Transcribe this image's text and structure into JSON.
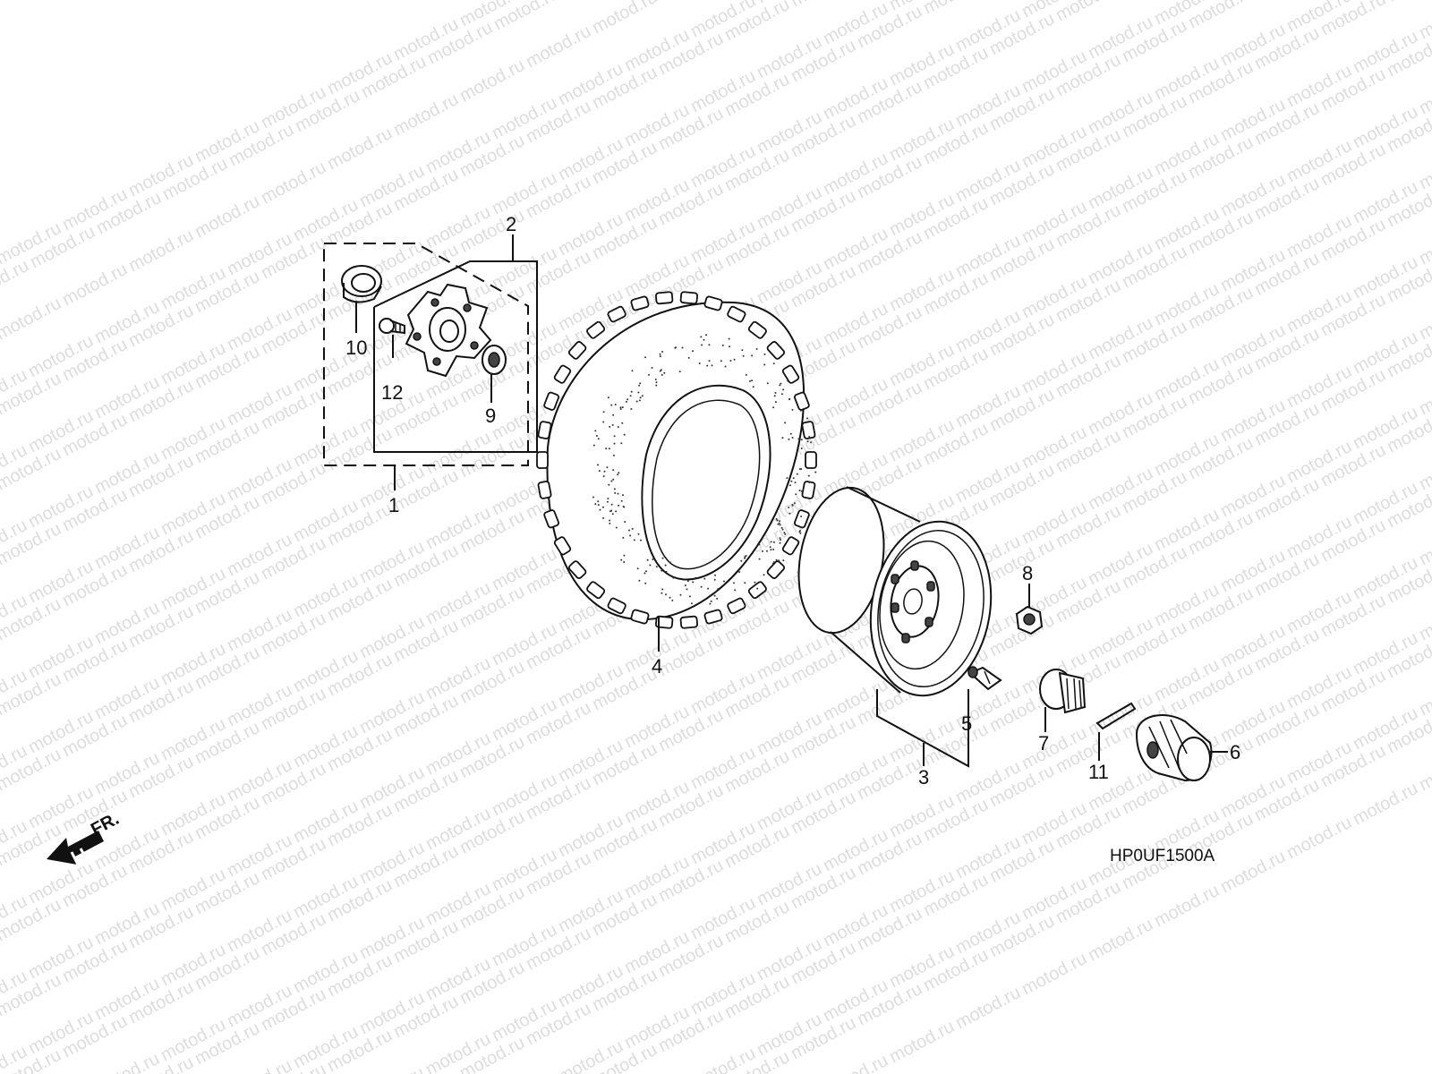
{
  "watermark": {
    "text": "motod.ru"
  },
  "diagram_code": "HP0UF1500A",
  "front_indicator": "FR.",
  "callouts": {
    "c1": "1",
    "c2": "2",
    "c3": "3",
    "c4": "4",
    "c5": "5",
    "c6": "6",
    "c7": "7",
    "c8": "8",
    "c9": "9",
    "c10": "10",
    "c11": "11",
    "c12": "12"
  },
  "colors": {
    "line": "#111111",
    "background": "#ffffff",
    "watermark": "#dddddd"
  }
}
